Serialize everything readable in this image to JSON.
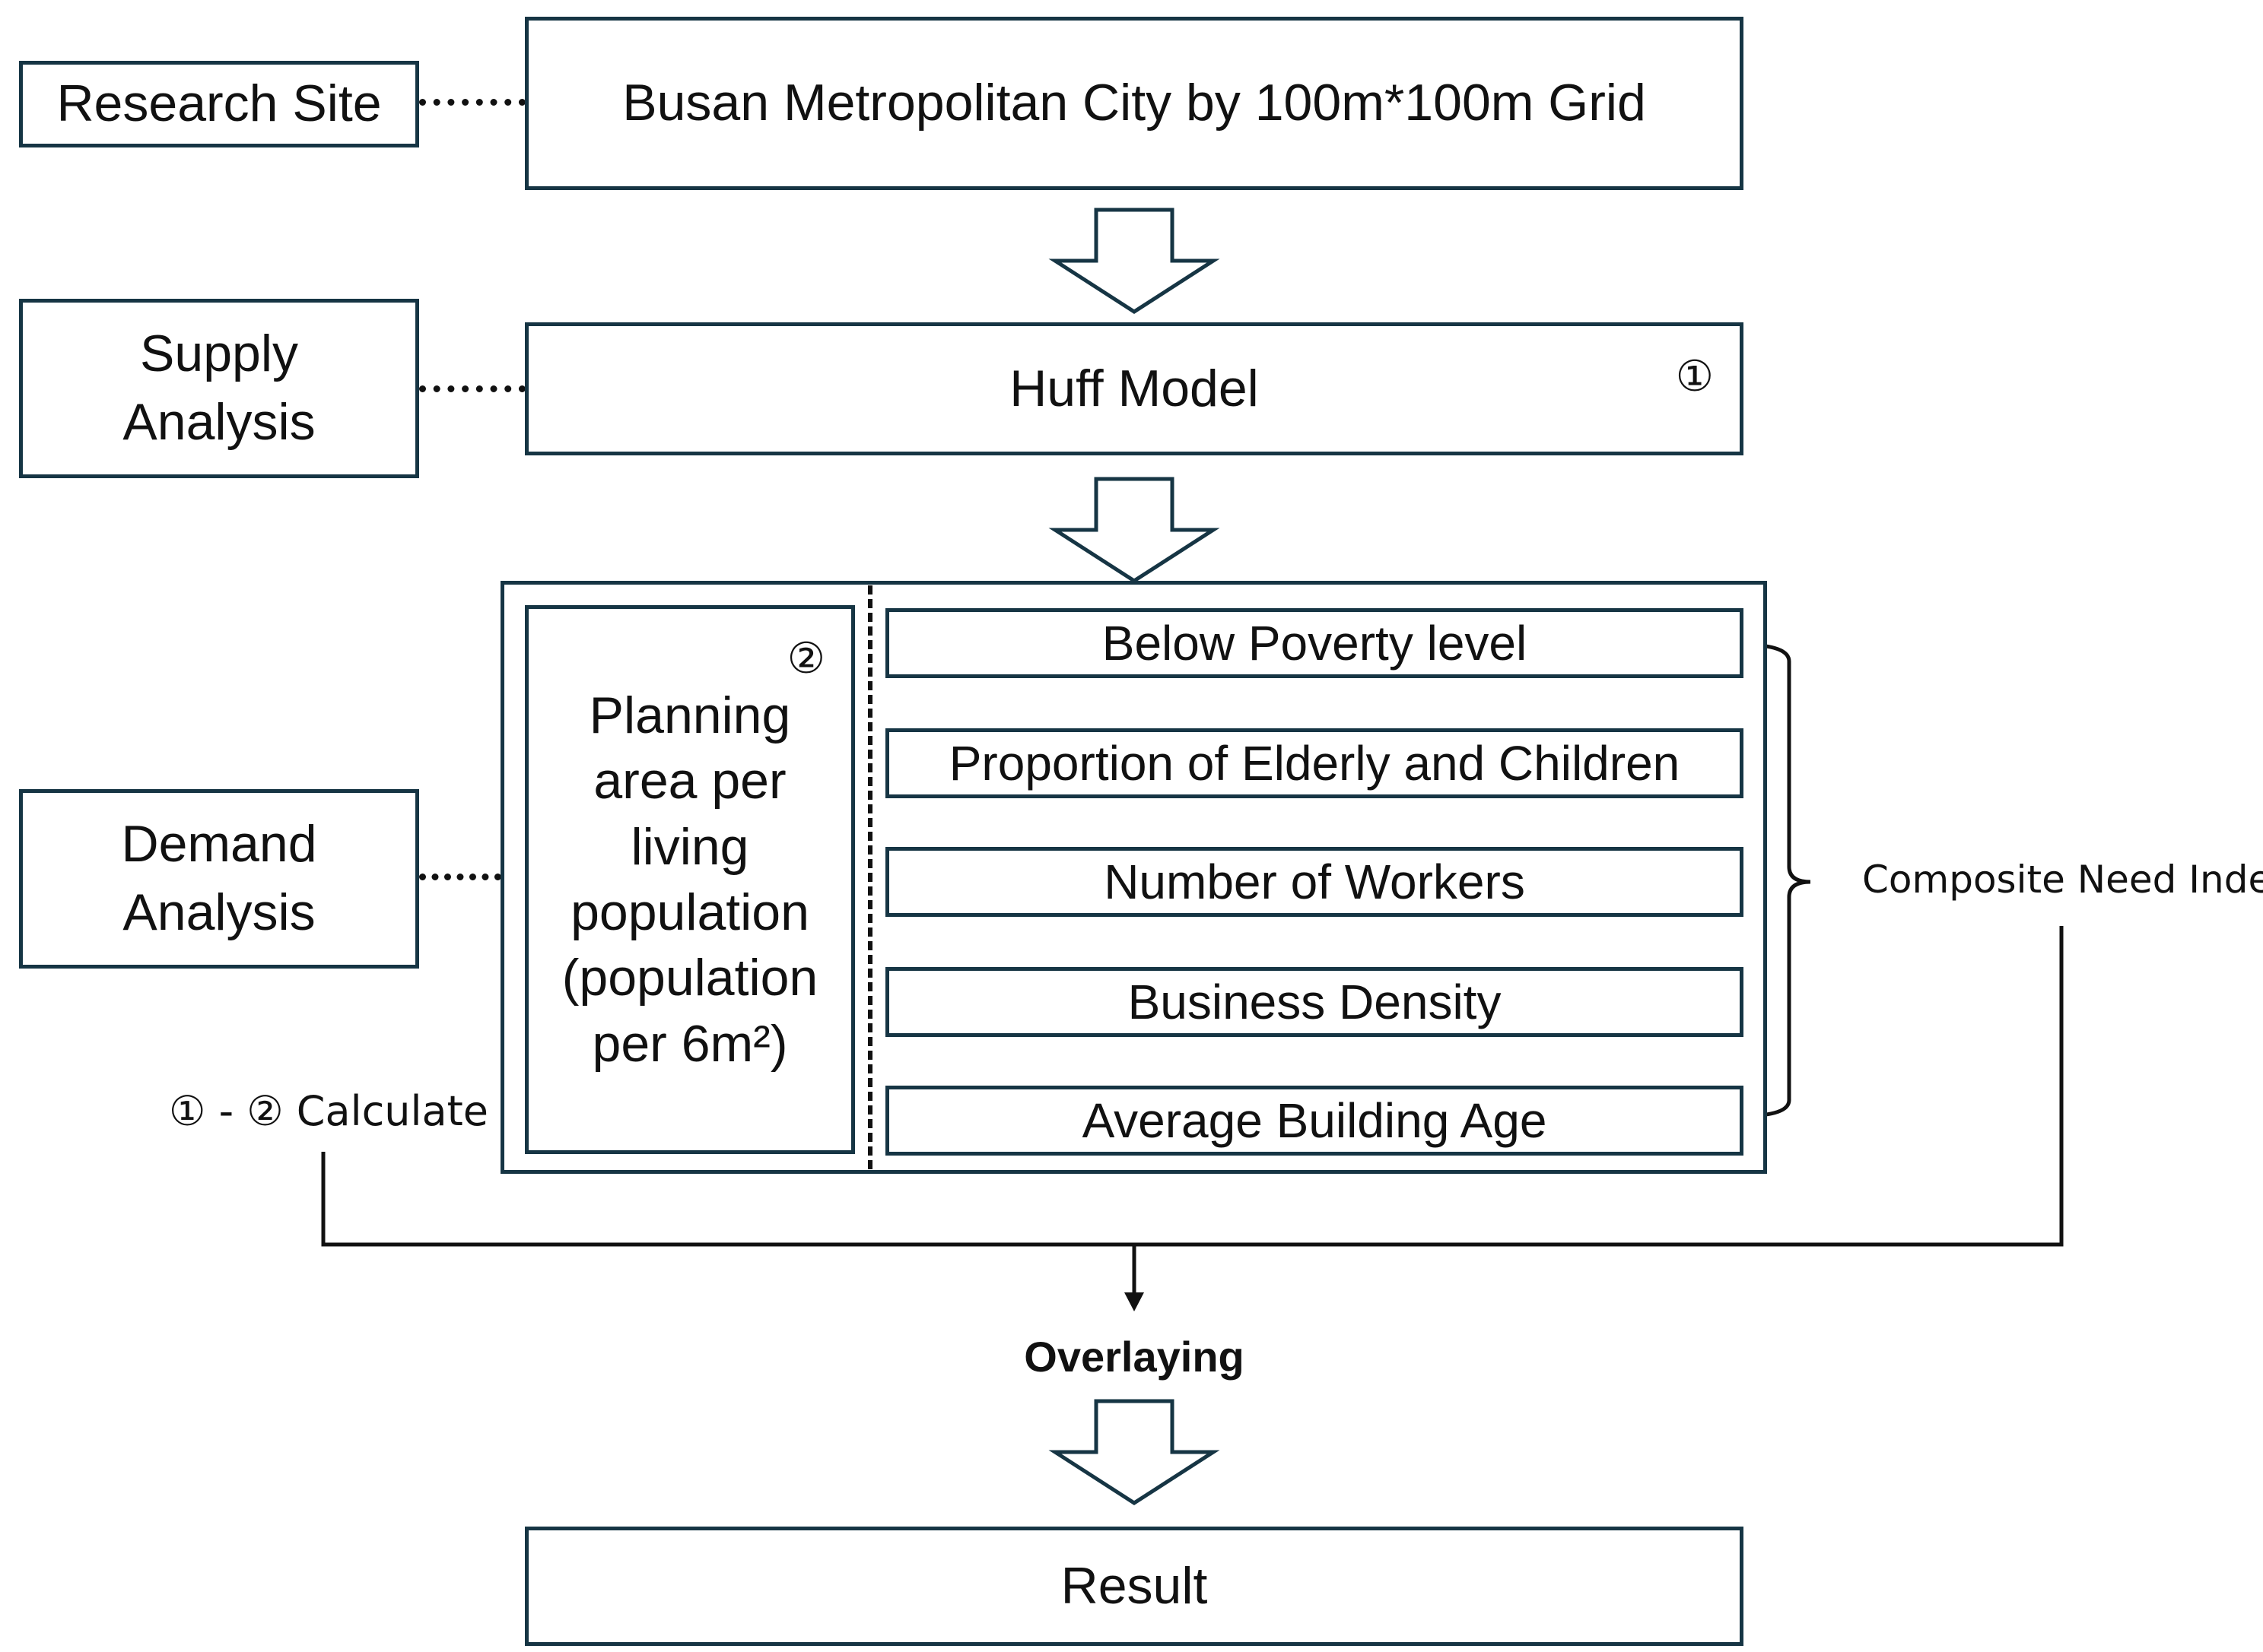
{
  "stages": {
    "research_site": "Research Site",
    "supply": [
      "Supply",
      "Analysis"
    ],
    "demand": [
      "Demand",
      "Analysis"
    ]
  },
  "site_box": "Busan Metropolitan City by 100m*100m Grid",
  "huff": {
    "label": "Huff Model",
    "marker": "①"
  },
  "planning": {
    "marker": "②",
    "lines": [
      "Planning",
      "area per",
      "living",
      "population",
      "(population",
      "per 6m²)"
    ]
  },
  "indicators": [
    "Below Poverty level",
    "Proportion of Elderly and Children",
    "Number of Workers",
    "Business Density",
    "Average Building Age"
  ],
  "composite_label": "Composite Need Index",
  "calc_label": "① - ② Calculate",
  "overlay_label": "Overlaying",
  "result_label": "Result",
  "colors": {
    "border": "#163544",
    "text": "#111111"
  }
}
